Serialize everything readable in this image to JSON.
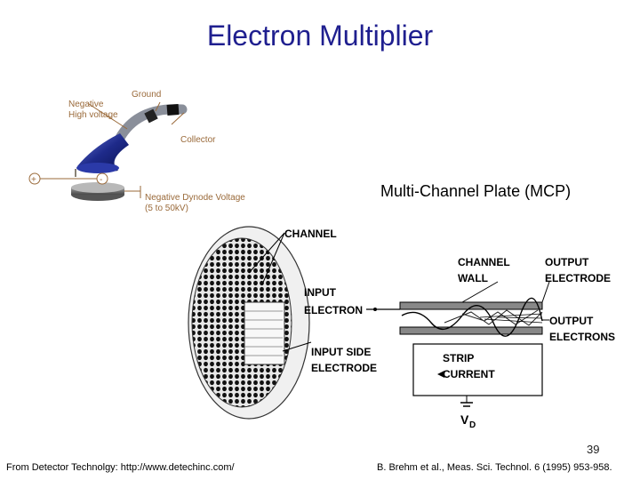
{
  "slide": {
    "title": "Electron Multiplier",
    "page_number": "39",
    "source_left": "From Detector Technolgy: http://www.detechinc.com/",
    "source_right": "B. Brehm et al., Meas. Sci. Technol. 6 (1995) 953-958."
  },
  "multiplier": {
    "ground": "Ground",
    "negative_hv_1": "Negative",
    "negative_hv_2": "High voltage",
    "collector": "Collector",
    "plus": "+",
    "minus": "-",
    "dynode_1": "Negative Dynode Voltage",
    "dynode_2": "(5 to 50kV)"
  },
  "mcp": {
    "label": "Multi-Channel Plate (MCP)",
    "channel": "CHANNEL",
    "input_1": "INPUT",
    "input_2": "ELECTRON",
    "input_side_1": "INPUT SIDE",
    "input_side_2": "ELECTRODE",
    "channel_wall_1": "CHANNEL",
    "channel_wall_2": "WALL",
    "output_electrode_1": "OUTPUT",
    "output_electrode_2": "ELECTRODE",
    "output_electrons_1": "OUTPUT",
    "output_electrons_2": "ELECTRONS",
    "strip_1": "STRIP",
    "strip_2": "CURRENT",
    "vd": "V",
    "vd_sub": "D"
  },
  "colors": {
    "title": "#1f1f8f",
    "funnel": "#1e2a8a",
    "label_brown": "#9a6a3a"
  }
}
